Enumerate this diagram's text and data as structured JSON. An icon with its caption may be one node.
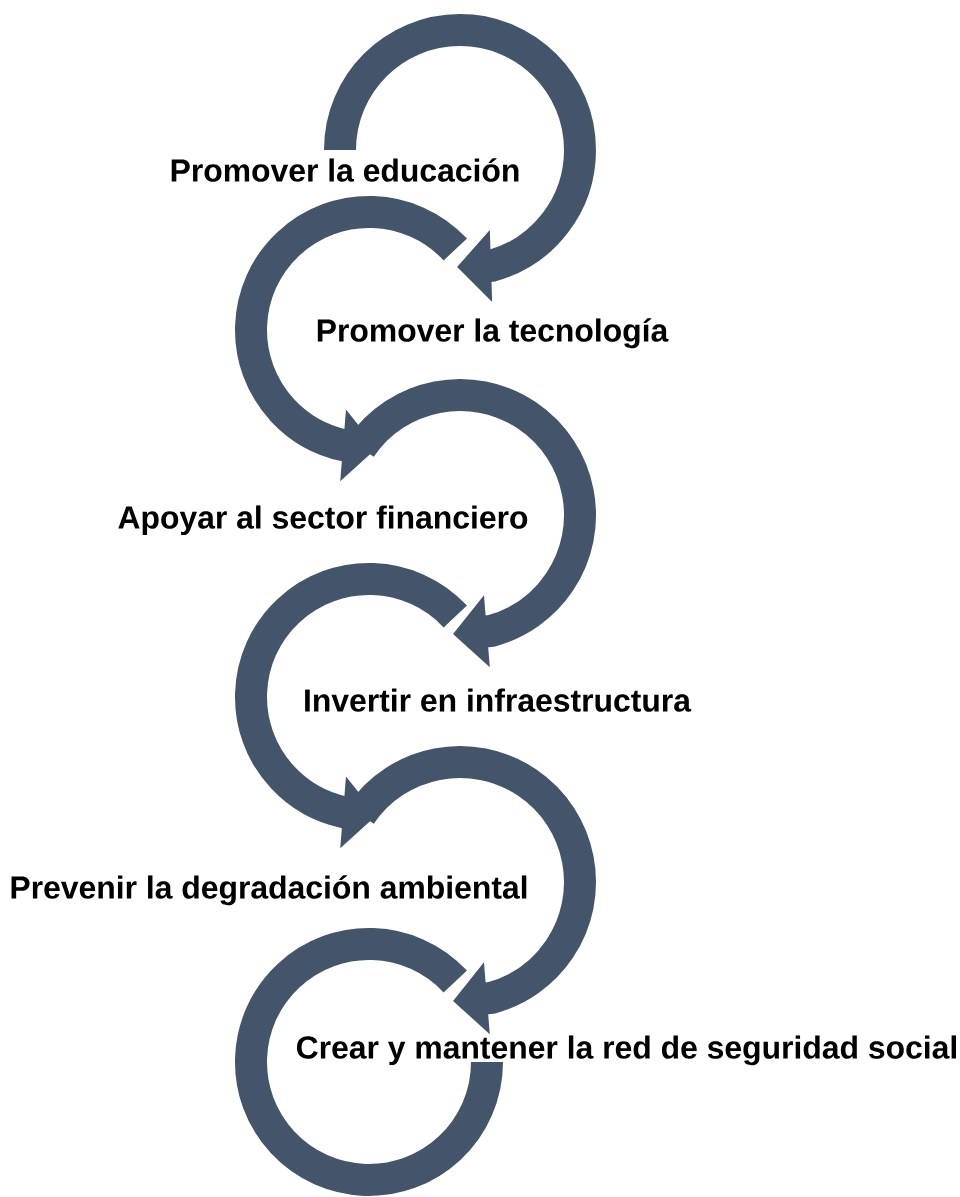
{
  "diagram": {
    "nodes": [
      {
        "text": [
          "Promover la educación"
        ]
      },
      {
        "text": [
          "Promover la tecnología"
        ]
      },
      {
        "text": [
          "Apoyar al sector financiero"
        ]
      },
      {
        "text": [
          "Invertir en infraestructura"
        ]
      },
      {
        "text": [
          "Prevenir la degradación ambiental"
        ]
      },
      {
        "text": [
          "Crear y mantener la red de seguridad social"
        ]
      }
    ],
    "edges": [
      {
        "from": 0,
        "to": 1,
        "arrow": "to"
      },
      {
        "from": 1,
        "to": 2,
        "arrow": "to"
      },
      {
        "from": 2,
        "to": 3,
        "arrow": "to"
      },
      {
        "from": 3,
        "to": 4,
        "arrow": "to"
      },
      {
        "from": 4,
        "to": 5,
        "arrow": "to"
      },
      {
        "from": 5,
        "to": null,
        "arrow": "none"
      }
    ]
  }
}
